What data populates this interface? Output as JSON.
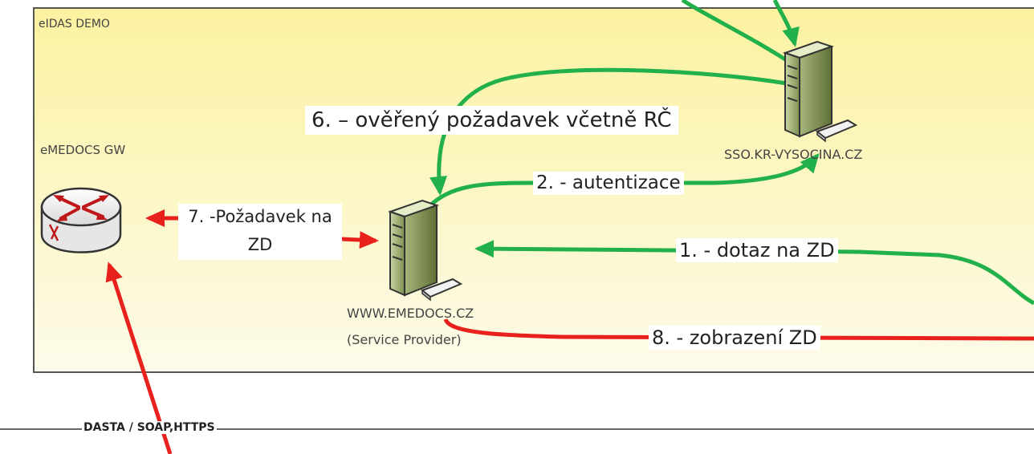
{
  "zone": {
    "title": "eIDAS DEMO"
  },
  "nodes": {
    "gateway": {
      "label": "eMEDOCS GW",
      "icon": "router-icon"
    },
    "sso": {
      "label": "SSO.KR-VYSOCINA.CZ",
      "icon": "server-icon"
    },
    "provider": {
      "label_line1": "WWW.EMEDOCS.CZ",
      "label_line2": "(Service Provider)",
      "icon": "server-icon"
    }
  },
  "steps": {
    "s1": "1. - dotaz na ZD",
    "s2": "2. - autentizace",
    "s6": "6. – ověřený požadavek včetně RČ",
    "s7_line1": "7. -Požadavek na",
    "s7_line2": "ZD",
    "s8": "8. - zobrazení ZD"
  },
  "bottom": {
    "protocol_label": "DASTA / SOAP,HTTPS"
  },
  "colors": {
    "green_flow": "#22b04b",
    "red_flow": "#e8211d",
    "zone_fill_top": "#fbf4a8",
    "zone_fill_bottom": "#fdfbe8"
  }
}
